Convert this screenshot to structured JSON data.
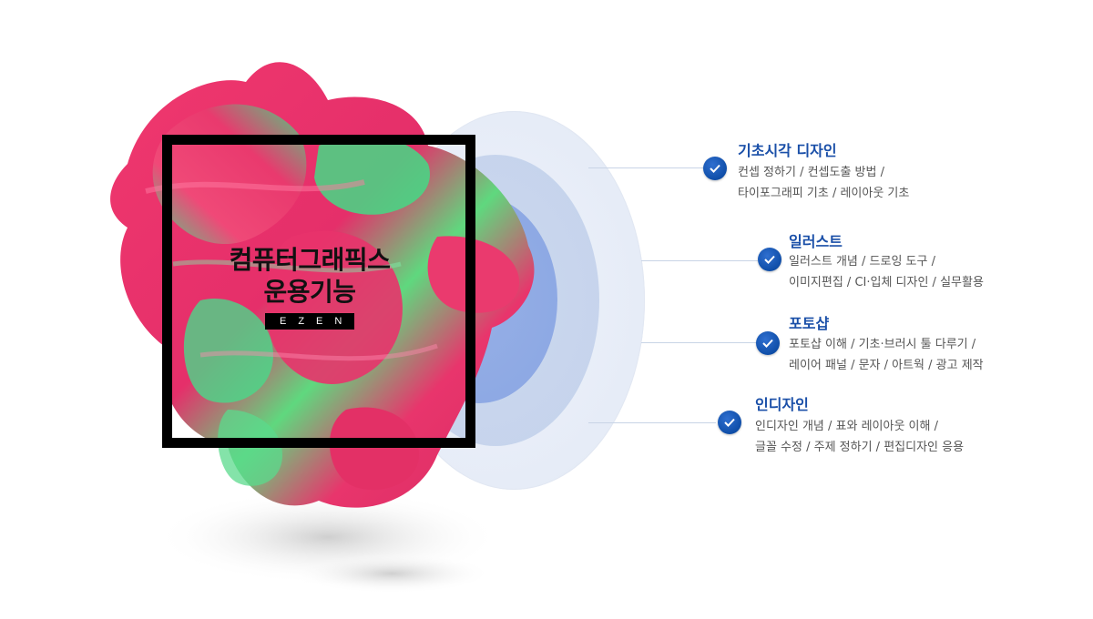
{
  "course": {
    "title_line1": "컴퓨터그래픽스",
    "title_line2": "운용기능",
    "tag": "EZEN"
  },
  "items": [
    {
      "title": "기초시각 디자인",
      "line1": "컨셉 정하기 / 컨셉도출 방법 /",
      "line2": "타이포그래피 기초 / 레이아웃 기초"
    },
    {
      "title": "일러스트",
      "line1": "일러스트 개념 / 드로잉 도구 /",
      "line2": "이미지편집 / CI·입체 디자인 / 실무활용"
    },
    {
      "title": "포토샵",
      "line1": "포토샵 이해 / 기초·브러시 툴 다루기 /",
      "line2": "레이어 패널 / 문자 / 아트웍 / 광고 제작"
    },
    {
      "title": "인디자인",
      "line1": "인디자인 개념 / 표와 레이아웃 이해 /",
      "line2": "글꼴 수정 / 주제 정하기 / 편집디자인 응용"
    }
  ],
  "icons": {
    "bullet": "check-circle-icon"
  },
  "colors": {
    "accent": "#1a4fa8",
    "paint_pink": "#e8336b",
    "paint_green": "#3ddc84",
    "frame": "#000000"
  }
}
